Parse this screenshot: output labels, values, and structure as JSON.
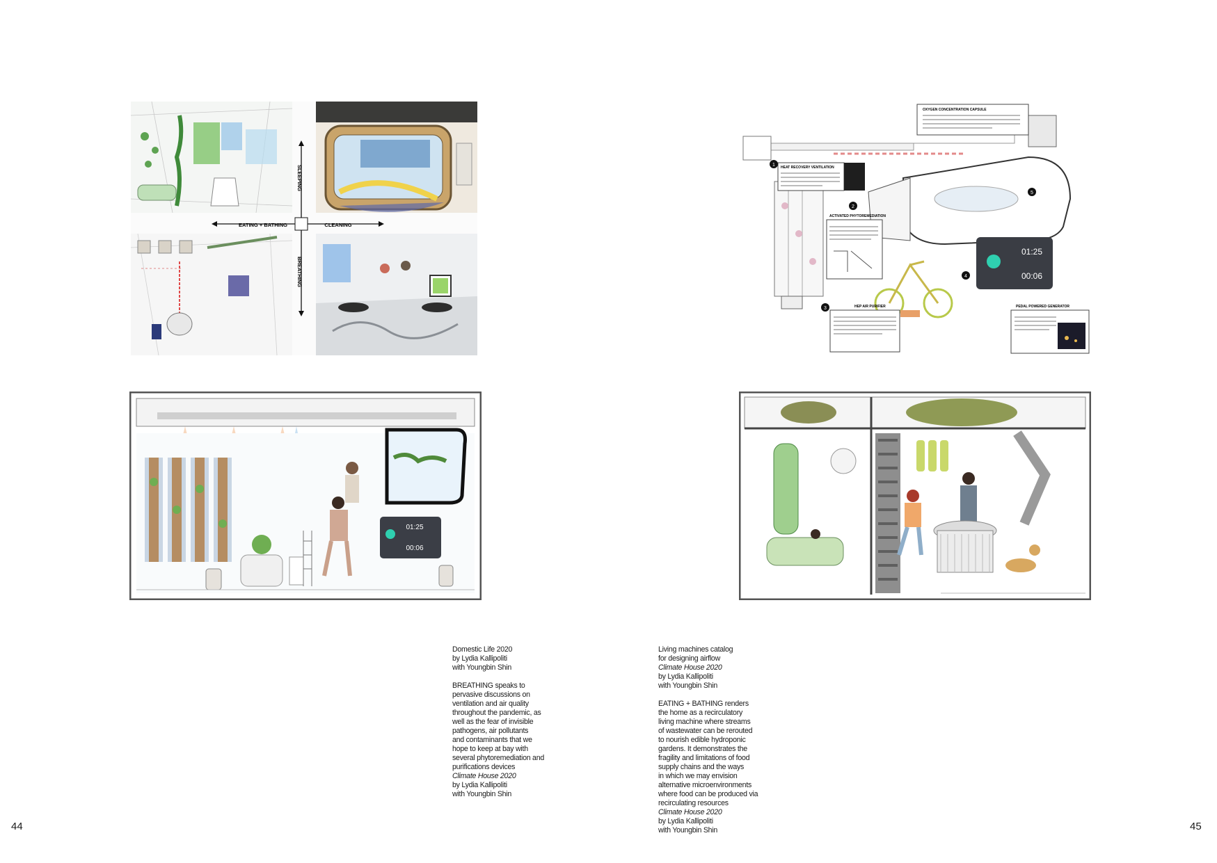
{
  "figures": {
    "matrix": {
      "quadrant_labels": {
        "sleeping": "SLEEPING",
        "eating_bathing": "EATING + BATHING",
        "cleaning": "CLEANING",
        "breathing": "BREATHING"
      }
    },
    "ventilation_diagram": {
      "callout_titles": [
        "OXYGEN CONCENTRATION CAPSULE",
        "HEAT RECOVERY VENTILATION",
        "ACTIVATED PHYTOREMEDIATION",
        "HEP AIR PURIFIER",
        "PEDAL POWERED GENERATOR"
      ],
      "marker_numbers": [
        "1",
        "2",
        "3",
        "4",
        "5"
      ],
      "timer_top": "01:25",
      "timer_bottom": "00:06"
    },
    "breathing_section": {
      "timer_top": "01:25",
      "timer_bottom": "00:06"
    }
  },
  "captions": {
    "left": {
      "lines_a": [
        "Domestic Life 2020",
        "by Lydia Kallipoliti",
        "with Youngbin Shin"
      ],
      "body_lines": [
        "BREATHING speaks to",
        "pervasive discussions on",
        "ventilation and air quality",
        "throughout the pandemic, as",
        "well as the fear of invisible",
        "pathogens, air pollutants",
        "and contaminants that we",
        "hope to keep at bay with",
        "several phytoremediation and",
        "purifications devices"
      ],
      "credit_title": "Climate House 2020",
      "credit_lines": [
        "by Lydia Kallipoliti",
        "with Youngbin Shin"
      ]
    },
    "right": {
      "line1": "Living machines catalog",
      "line2": "for designing airflow",
      "credit1_title": "Climate House 2020",
      "credit1_lines": [
        "by Lydia Kallipoliti",
        "with Youngbin Shin"
      ],
      "body_lines": [
        "EATING + BATHING renders",
        "the home as a recirculatory",
        "living machine where streams",
        "of wastewater can be rerouted",
        "to nourish edible hydroponic",
        "gardens. It demonstrates the",
        "fragility and limitations of food",
        "supply chains and the ways",
        "in which we may envision",
        "alternative microenvironments",
        "where food can be produced via",
        "recirculating resources"
      ],
      "credit2_title": "Climate House 2020",
      "credit2_lines": [
        "by Lydia Kallipoliti",
        "with Youngbin Shin"
      ]
    }
  },
  "page_numbers": {
    "left": "44",
    "right": "45"
  }
}
